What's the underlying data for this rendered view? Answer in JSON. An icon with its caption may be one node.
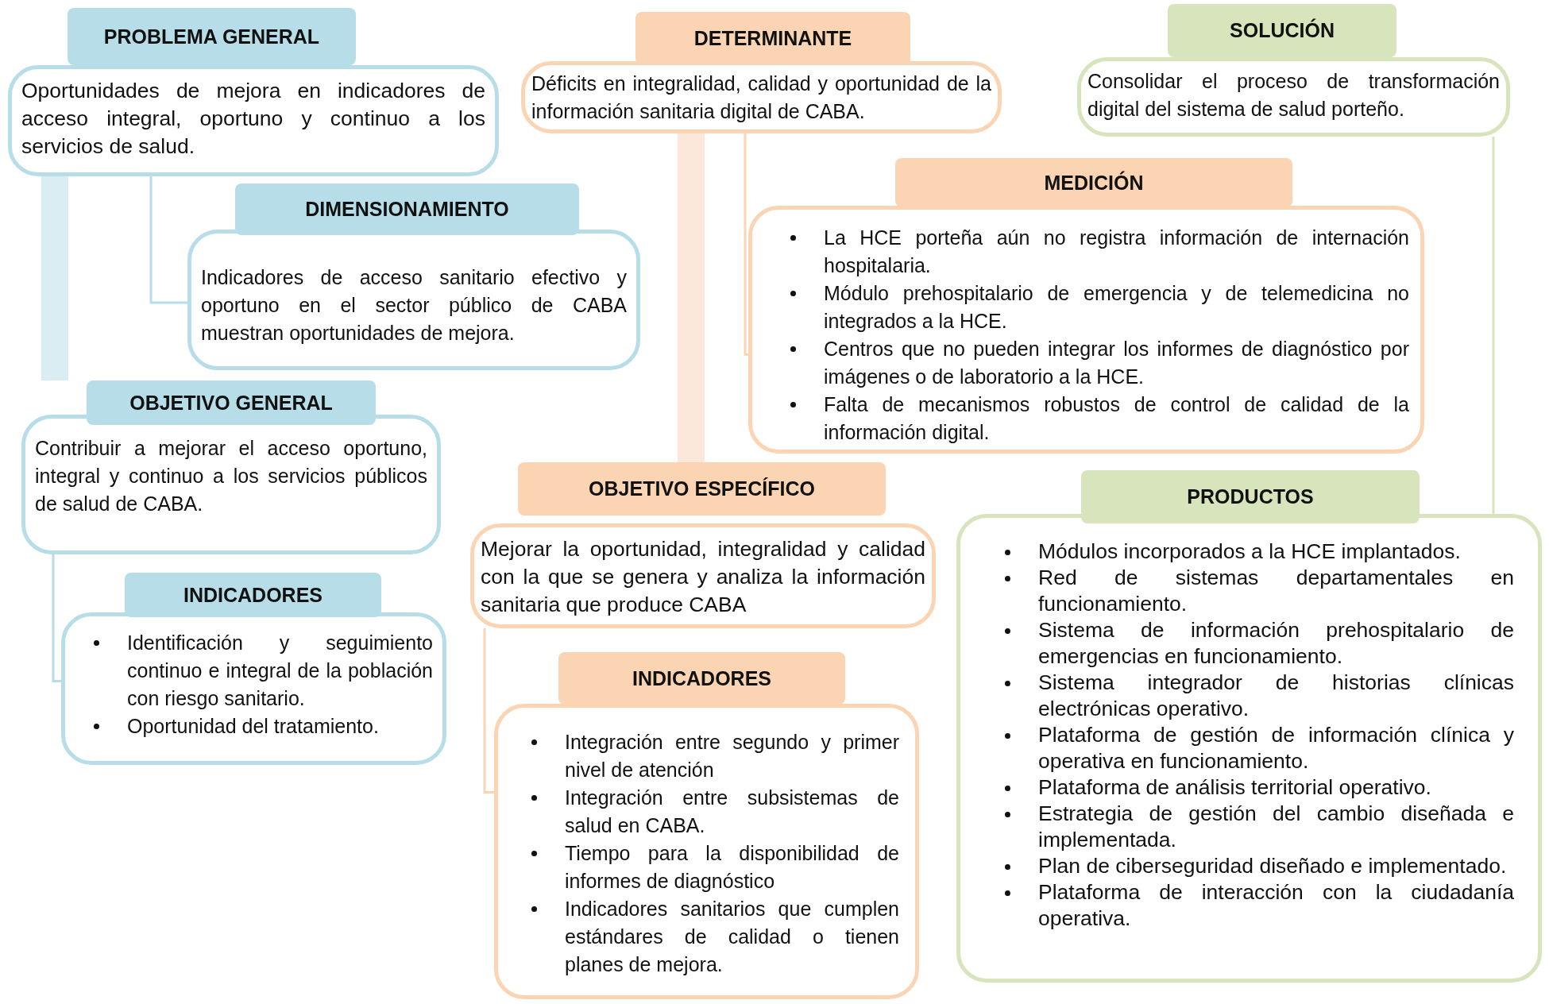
{
  "diagram": {
    "nodes": [
      {
        "text": [
          "PROBLEMA GENERAL",
          "Oportunidades de mejora en indicadores de acceso integral, oportuno y continuo a los servicios de salud."
        ]
      },
      {
        "text": [
          "DIMENSIONAMIENTO",
          "Indicadores de acceso sanitario efectivo y oportuno en el sector público de CABA muestran oportunidades de mejora."
        ]
      },
      {
        "text": [
          "OBJETIVO GENERAL",
          "Contribuir a mejorar el acceso oportuno, integral y continuo a los servicios públicos de salud de CABA."
        ]
      },
      {
        "text": [
          "INDICADORES",
          "Identificación y seguimiento continuo e integral de la población con riesgo sanitario.",
          "Oportunidad del tratamiento."
        ]
      },
      {
        "text": [
          "DETERMINANTE",
          "Déficits en integralidad, calidad y oportunidad de la información sanitaria digital de CABA."
        ]
      },
      {
        "text": [
          "MEDICIÓN",
          "La HCE porteña aún no registra información de internación hospitalaria.",
          "Módulo prehospitalario de emergencia y de telemedicina no integrados a la HCE.",
          "Centros que no pueden integrar los informes de diagnóstico por imágenes o de laboratorio a la HCE.",
          "Falta de mecanismos robustos de control de calidad de la información digital."
        ]
      },
      {
        "text": [
          "OBJETIVO ESPECÍFICO",
          "Mejorar la oportunidad, integralidad y calidad con la que se genera y analiza la información sanitaria que produce CABA"
        ]
      },
      {
        "text": [
          "INDICADORES",
          "Integración entre segundo y primer nivel de atención",
          "Integración entre subsistemas de salud en CABA.",
          "Tiempo para la disponibilidad de informes de diagnóstico",
          "Indicadores sanitarios que cumplen estándares de calidad o tienen planes de mejora."
        ]
      },
      {
        "text": [
          "SOLUCIÓN",
          "Consolidar el proceso de transformación digital del sistema de salud porteño."
        ]
      },
      {
        "text": [
          "PRODUCTOS",
          "Módulos incorporados a la HCE implantados.",
          "Red de sistemas departamentales en funcionamiento.",
          "Sistema de información prehospitalario de emergencias en funcionamiento.",
          "Sistema integrador de historias clínicas electrónicas operativo.",
          "Plataforma de gestión de información clínica y operativa en funcionamiento.",
          "Plataforma de análisis territorial operativo.",
          "Estrategia de gestión del cambio diseñada e implementada.",
          "Plan de ciberseguridad diseñado e implementado.",
          "Plataforma de interacción con la ciudadanía operativa."
        ]
      }
    ],
    "edges": [
      {
        "from": 0,
        "to": 1,
        "arrow": "none"
      },
      {
        "from": 0,
        "to": 2,
        "arrow": "none",
        "style": "thick",
        "color": "#daedf3"
      },
      {
        "from": 2,
        "to": 3,
        "arrow": "none"
      },
      {
        "from": 4,
        "to": 5,
        "arrow": "none"
      },
      {
        "from": 4,
        "to": 6,
        "arrow": "none",
        "style": "thick",
        "color": "#fce8da"
      },
      {
        "from": 6,
        "to": 7,
        "arrow": "none"
      },
      {
        "from": 8,
        "to": 9,
        "arrow": "none"
      }
    ]
  }
}
